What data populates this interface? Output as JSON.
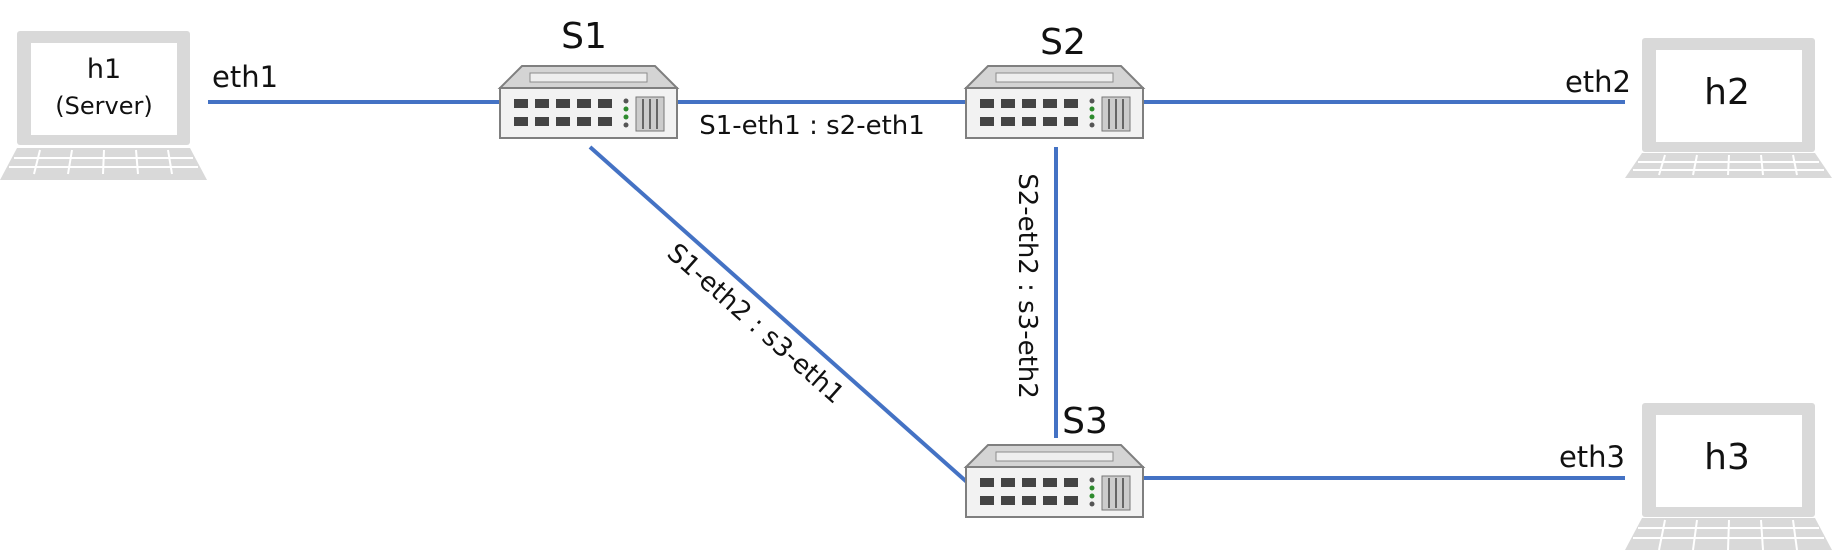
{
  "colors": {
    "link": "#4472c4",
    "laptop": "#d9d9d9",
    "switch_body": "#f2f2f2",
    "switch_edge": "#7f7f7f"
  },
  "icons": {
    "host": "laptop-icon",
    "switch": "network-switch-icon"
  },
  "hosts": {
    "h1": {
      "name": "h1",
      "role": "(Server)"
    },
    "h2": {
      "name": "h2"
    },
    "h3": {
      "name": "h3"
    }
  },
  "switches": {
    "s1": {
      "name": "S1"
    },
    "s2": {
      "name": "S2"
    },
    "s3": {
      "name": "S3"
    }
  },
  "links": {
    "h1_s1": {
      "label": "eth1"
    },
    "s2_h2": {
      "label": "eth2"
    },
    "s3_h3": {
      "label": "eth3"
    },
    "s1_s2": {
      "label": "S1-eth1 : s2-eth1"
    },
    "s1_s3": {
      "label": "S1-eth2 : s3-eth1"
    },
    "s2_s3": {
      "label": "S2-eth2 : s3-eth2"
    }
  }
}
